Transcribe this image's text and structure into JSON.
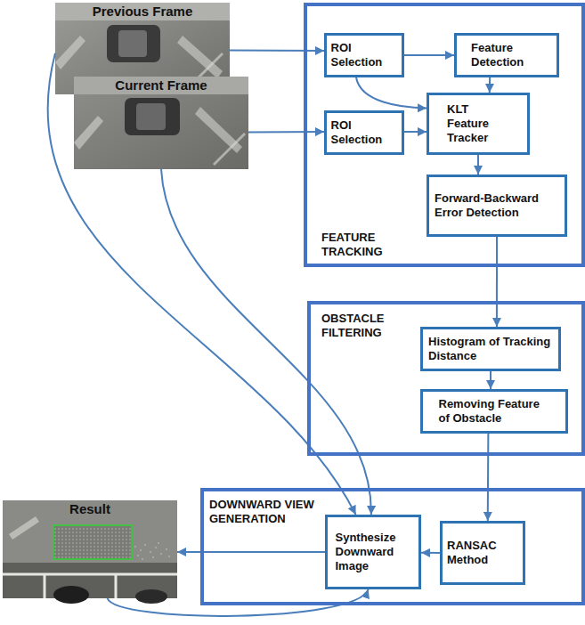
{
  "diagram": {
    "nodes": [
      {
        "text": [
          "Previous Frame"
        ]
      },
      {
        "text": [
          "Current Frame"
        ]
      },
      {
        "text": [
          "FEATURE TRACKING"
        ]
      },
      {
        "text": [
          "ROI Selection"
        ],
        "in": 2
      },
      {
        "text": [
          "Feature Detection"
        ],
        "in": 2
      },
      {
        "text": [
          "ROI Selection"
        ],
        "in": 2
      },
      {
        "text": [
          "KLT Feature Tracker"
        ],
        "in": 2
      },
      {
        "text": [
          "Forward-Backward Error Detection"
        ],
        "in": 2
      },
      {
        "text": [
          "OBSTACLE FILTERING"
        ]
      },
      {
        "text": [
          "Histogram of Tracking Distance"
        ],
        "in": 8
      },
      {
        "text": [
          "Removing Feature of Obstacle"
        ],
        "in": 8
      },
      {
        "text": [
          "DOWNWARD VIEW GENERATION"
        ]
      },
      {
        "text": [
          "Synthesize Downward Image"
        ],
        "in": 11
      },
      {
        "text": [
          "RANSAC Method"
        ],
        "in": 11
      },
      {
        "text": [
          "Result"
        ]
      }
    ],
    "edges": [
      {
        "from": 0,
        "to": 3,
        "arrow": "to"
      },
      {
        "from": 0,
        "to": 12,
        "arrow": "to"
      },
      {
        "from": 1,
        "to": 5,
        "arrow": "to"
      },
      {
        "from": 1,
        "to": 12,
        "arrow": "to"
      },
      {
        "from": 3,
        "to": 4,
        "arrow": "to"
      },
      {
        "from": 3,
        "to": 6,
        "arrow": "to"
      },
      {
        "from": 5,
        "to": 6,
        "arrow": "to"
      },
      {
        "from": 4,
        "to": 6,
        "arrow": "to"
      },
      {
        "from": 6,
        "to": 7,
        "arrow": "to"
      },
      {
        "from": 7,
        "to": 9,
        "arrow": "to"
      },
      {
        "from": 9,
        "to": 10,
        "arrow": "to"
      },
      {
        "from": 10,
        "to": 13,
        "arrow": "to"
      },
      {
        "from": 13,
        "to": 12,
        "arrow": "to"
      },
      {
        "from": 12,
        "to": 14,
        "arrow": "to"
      },
      {
        "from": 14,
        "to": 12,
        "arrow": "to"
      }
    ]
  }
}
